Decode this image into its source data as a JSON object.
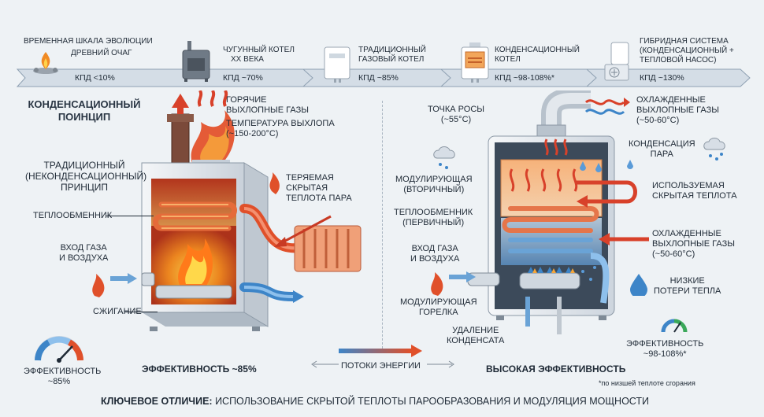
{
  "timeline": {
    "heading_line1": "Временная шкала эволюции",
    "heading_line2": "Древний очаг",
    "items": [
      {
        "title": "",
        "kpd": "КПД <10%"
      },
      {
        "title_line1": "Чугунный котел",
        "title_line2": "XX века",
        "kpd": "КПД ~70%"
      },
      {
        "title_line1": "Традиционный",
        "title_line2": "газовый котел",
        "kpd": "КПД ~85%"
      },
      {
        "title_line1": "Конденсационный",
        "title_line2": "котел",
        "kpd": "КПД ~98-108%*"
      },
      {
        "title_line1": "Гибридная система",
        "title_line2": "(конденсационный +",
        "title_line3": "тепловой насос)",
        "kpd": "КПД ~130%"
      }
    ]
  },
  "left": {
    "principle_title_line1": "Конденсационный",
    "principle_title_line2": "поинцип",
    "trad_line1": "Традиционный",
    "trad_line2": "(неконденсационный)",
    "trad_line3": "принцип",
    "hot_gas_line1": "Горячие",
    "hot_gas_line2": "выхлопные газы",
    "temp_line1": "Температура выхлопа",
    "temp_line2": "(~150-200°C)",
    "lost_line1": "Теряемая",
    "lost_line2": "скрытая",
    "lost_line3": "теплота пара",
    "exchanger": "Теплообменник",
    "gas_in_line1": "Вход газа",
    "gas_in_line2": "и воздуха",
    "combustion": "Сжигание",
    "eff_small_line1": "Эффективность",
    "eff_small_line2": "~85%",
    "eff_big": "Эффективность ~85%"
  },
  "center": {
    "energy_flows": "Потоки энергии"
  },
  "right": {
    "dew_line1": "Точка росы",
    "dew_line2": "(~55°C)",
    "cooled_line1": "Охлажденные",
    "cooled_line2": "выхлопные газы",
    "cooled_line3": "(~50-60°C)",
    "condense_line1": "Конденсация",
    "condense_line2": "пара",
    "modulating_line1": "Модулирующая",
    "modulating_line2": "(вторичный)",
    "used_line1": "Используемая",
    "used_line2": "скрытая теплота",
    "exch_line1": "Теплообменник",
    "exch_line2": "(первичный)",
    "cooled2_line1": "Охлажденные",
    "cooled2_line2": "выхлопные газы",
    "cooled2_line3": "(~50-60°C)",
    "gas_in_line1": "Вход газа",
    "gas_in_line2": "и воздуха",
    "low_loss_line1": "Низкие",
    "low_loss_line2": "потери тепла",
    "burner_line1": "Модулирующая",
    "burner_line2": "горелка",
    "drain_line1": "Удаление",
    "drain_line2": "конденсата",
    "eff_small_line1": "Эффективность",
    "eff_small_line2": "~98-108%*",
    "eff_big": "Высокая эффективность",
    "footnote": "*по низшей теплоте сгорания"
  },
  "bottom": {
    "key_label": "Ключевое отличие:",
    "key_text": "Использование скрытой теплоты парообразования и модуляция мощности"
  },
  "colors": {
    "hot": "#e0502a",
    "cold": "#3d85c8",
    "metal": "#dfe4ea",
    "dark": "#1f2a36"
  }
}
